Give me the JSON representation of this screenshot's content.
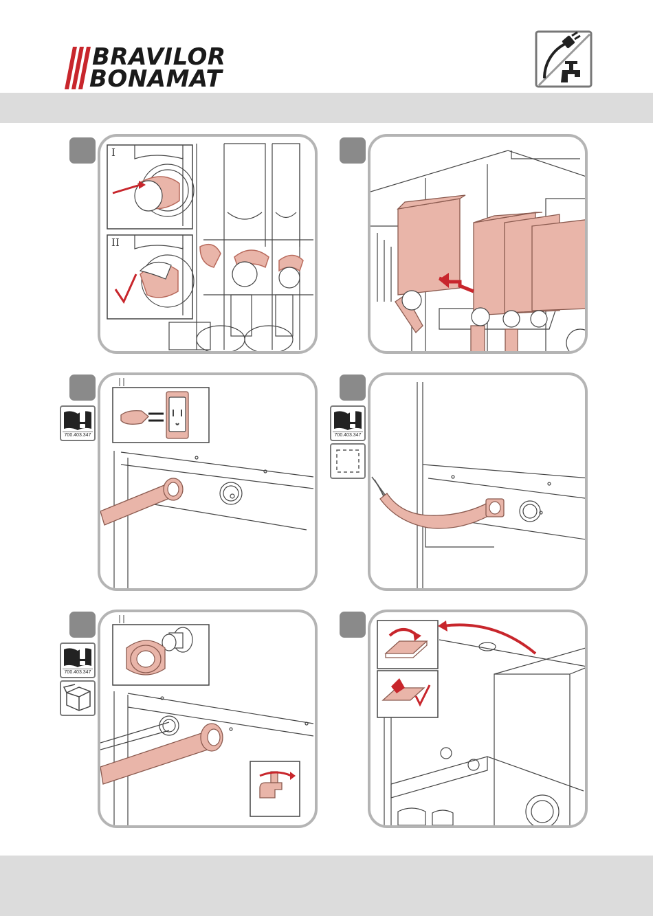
{
  "brand": {
    "line1": "BRAVILOR",
    "line2": "BONAMAT"
  },
  "colors": {
    "accent_red": "#c8262c",
    "highlight_fill": "#e9b5a9",
    "highlight_stroke": "#b86a5c",
    "band_gray": "#dcdcdc",
    "frame_gray": "#b4b4b4"
  },
  "header_icon": "power-and-water-disconnected-icon",
  "steps": [
    {
      "id": 1,
      "insets": [
        "I",
        "II"
      ]
    },
    {
      "id": 2
    },
    {
      "id": 3,
      "side_icons": [
        "manual-icon"
      ],
      "part_no": "700.403.347"
    },
    {
      "id": 4,
      "side_icons": [
        "manual-icon",
        "dashed-box-icon"
      ],
      "part_no": "700.403.347"
    },
    {
      "id": 5,
      "side_icons": [
        "manual-icon",
        "package-box-icon"
      ],
      "part_no": "700.403.347"
    },
    {
      "id": 6
    }
  ]
}
